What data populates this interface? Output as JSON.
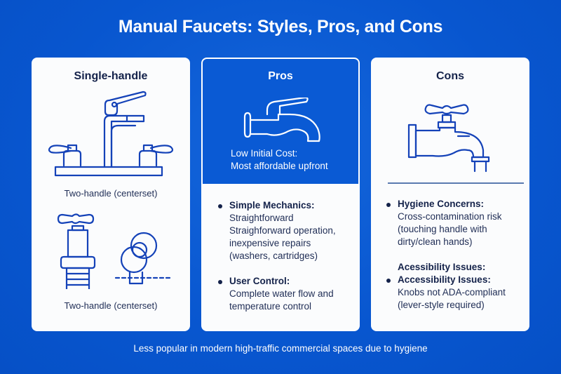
{
  "header": {
    "title": "Manual Faucets: Styles, Pros, and Cons"
  },
  "cards": {
    "styles": {
      "title": "Single-handle",
      "illustrations": [
        {
          "icon": "centerset-faucet-icon",
          "caption": "Two-handle (centerset)"
        },
        {
          "icon": "knob-valve-icon",
          "caption": "Two-handle (centerset)"
        }
      ]
    },
    "pros": {
      "title": "Pros",
      "icon": "lever-tap-icon",
      "highlight_line1": "Low Initial Cost:",
      "highlight_line2": "Most affordable upfront",
      "items": [
        {
          "head": "Simple Mechanics:",
          "body_lines": [
            "Straightforward",
            "Straighforward operation,",
            "inexpensive repairs",
            "(washers, cartridges)"
          ]
        },
        {
          "head": "User Control:",
          "body_lines": [
            "Complete water flow and",
            "temperature control"
          ]
        }
      ]
    },
    "cons": {
      "title": "Cons",
      "icon": "cross-handle-tap-icon",
      "items": [
        {
          "head": "Hygiene Concerns:",
          "body_lines": [
            "Cross-contamination risk",
            "(touching handle with",
            "dirty/clean hands)"
          ]
        },
        {
          "stray": "Acessibility Issues:",
          "head": "Accessibility Issues:",
          "body_lines": [
            "Knobs not ADA-compliant",
            "(lever-style required)"
          ]
        }
      ]
    }
  },
  "footer": {
    "note": "Less popular in modern high-traffic commercial spaces due to hygiene"
  },
  "colors": {
    "background": "#0a5ad4",
    "card": "#fbfcfd",
    "line_art": "#1442b8",
    "text_dark": "#14224a"
  }
}
